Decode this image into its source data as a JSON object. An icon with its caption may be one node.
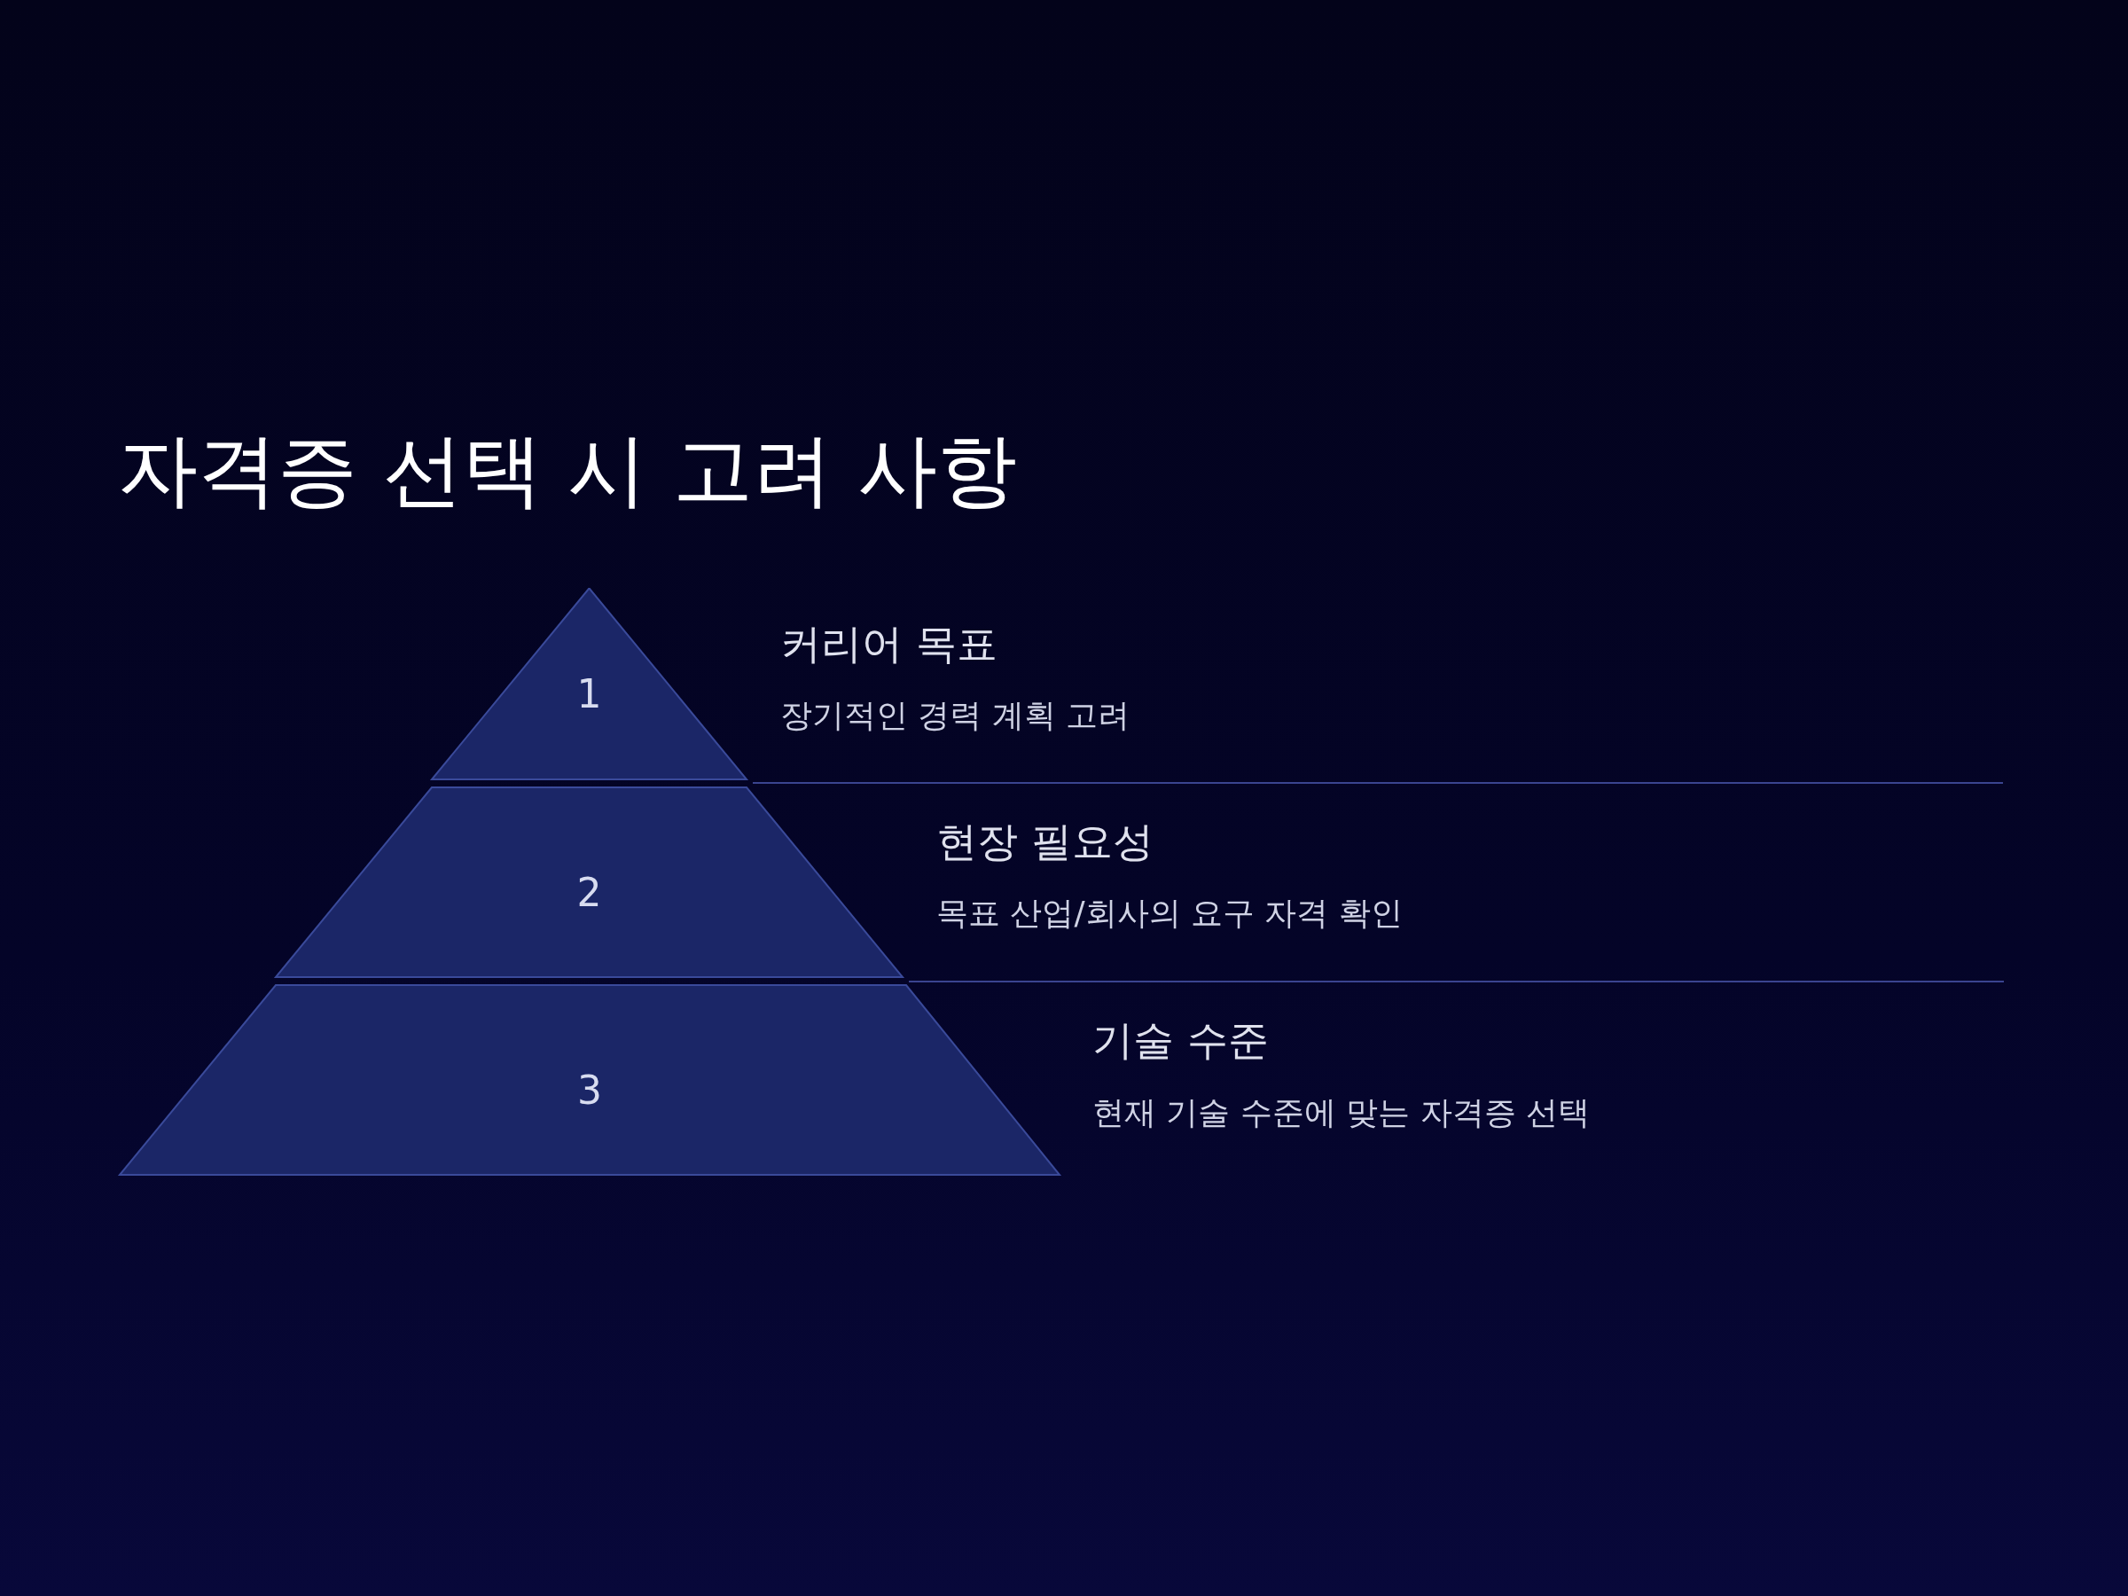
{
  "diagram": {
    "title": "자격증 선택 시 고려 사항",
    "nodes": [
      {
        "text": [
          "1"
        ],
        "beside": [
          "커리어 목표",
          "장기적인 경력 계획 고려"
        ]
      },
      {
        "text": [
          "2"
        ],
        "beside": [
          "현장 필요성",
          "목표 산업/회사의 요구 자격 확인"
        ]
      },
      {
        "text": [
          "3"
        ],
        "beside": [
          "기술 수준",
          "현재 기술 수준에 맞는 자격증 선택"
        ]
      }
    ]
  }
}
